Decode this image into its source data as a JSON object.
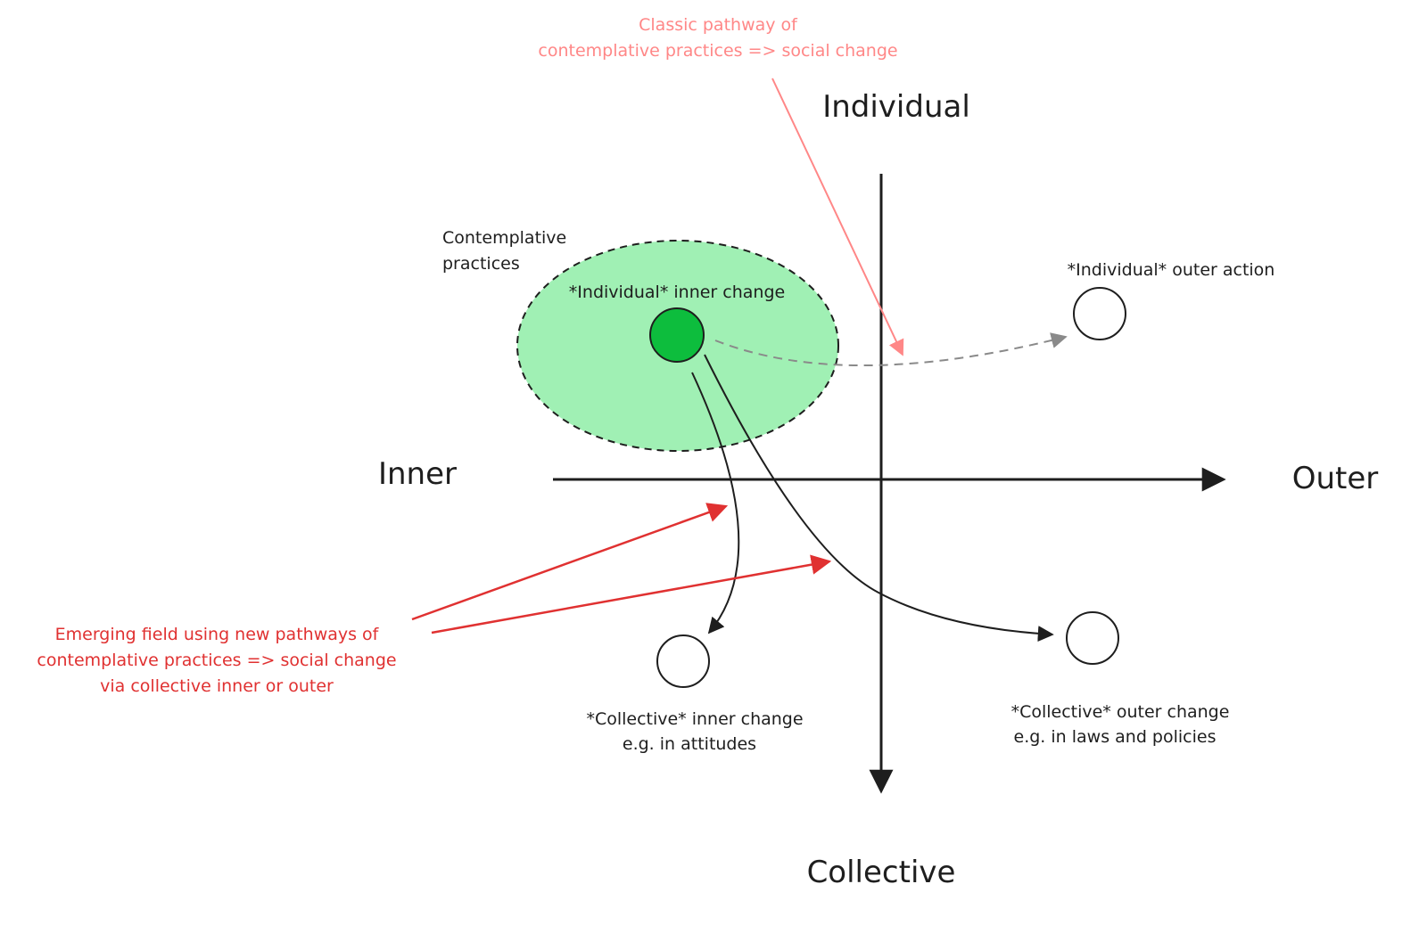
{
  "axes": {
    "top": "Individual",
    "bottom": "Collective",
    "left": "Inner",
    "right": "Outer"
  },
  "labels": {
    "contemplative_line1": "Contemplative",
    "contemplative_line2": "practices",
    "individual_inner": "*Individual* inner change",
    "individual_outer": "*Individual* outer action",
    "collective_inner_line1": "*Collective* inner change",
    "collective_inner_line2": "e.g. in attitudes",
    "collective_outer_line1": "*Collective* outer change",
    "collective_outer_line2": "e.g. in laws and policies"
  },
  "annotations": {
    "classic_line1": "Classic pathway of",
    "classic_line2": "contemplative practices => social change",
    "emerging_line1": "Emerging field using new pathways of",
    "emerging_line2": "contemplative practices => social change",
    "emerging_line3": "via collective inner or outer"
  },
  "colors": {
    "ink": "#1e1e1e",
    "ellipse_fill": "#a0f0b4",
    "node_fill": "#0dbd3d",
    "annotation_red": "#e03131",
    "annotation_pink": "#ff8787",
    "dashed_gray": "#8a8a8a"
  }
}
